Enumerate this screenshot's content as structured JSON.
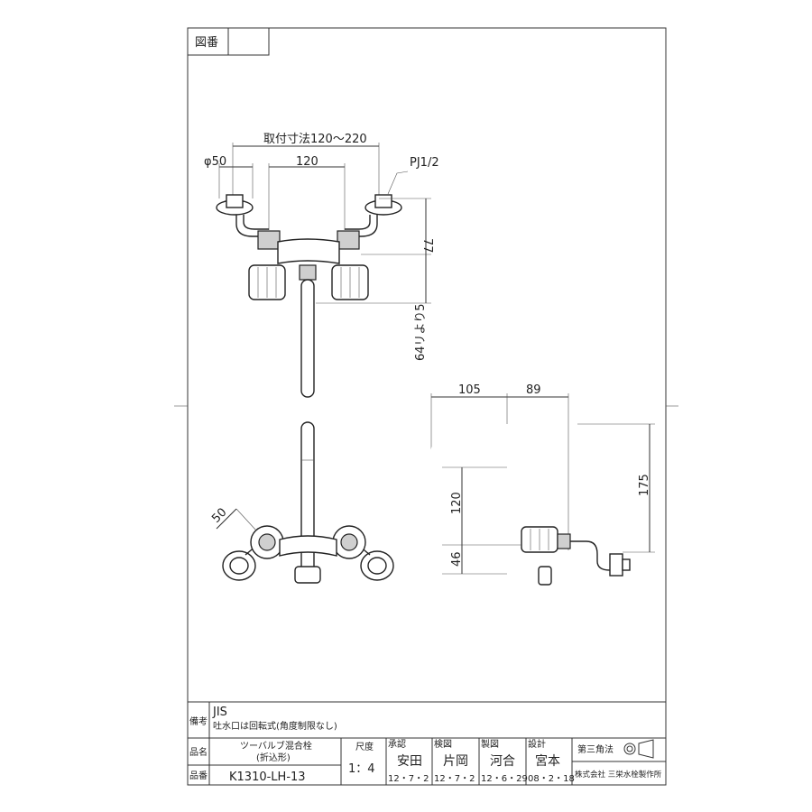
{
  "drawing_number_label": "図番",
  "top_view": {
    "mount_range": "取付寸法120～220",
    "phi": "φ50",
    "spacing": "120",
    "thread": "PJ1/2",
    "dim_77": "77",
    "dim_spout": "64リより5"
  },
  "side_view": {
    "dim_105": "105",
    "dim_89": "89",
    "dim_175": "175",
    "dim_120": "120",
    "dim_46": "46"
  },
  "front_view": {
    "dim_50": "50"
  },
  "title_block": {
    "remarks_label": "備考",
    "remarks_line1": "JIS",
    "remarks_line2": "吐水口は回転式(角度制限なし)",
    "name_label": "品名",
    "product_name_line1": "ツーバルブ混合栓",
    "product_name_line2": "(折込形)",
    "number_label": "品番",
    "product_number": "K1310-LH-13",
    "scale_label": "尺度",
    "scale_value": "1：4",
    "approved_label": "承認",
    "approved_name": "安田",
    "approved_date": "12・7・2",
    "checked_label": "検図",
    "checked_name": "片岡",
    "checked_date": "12・7・2",
    "drawn_label": "製図",
    "drawn_name": "河合",
    "drawn_date": "12・6・29",
    "designed_label": "設計",
    "designed_name": "宮本",
    "designed_date": "08・2・18",
    "projection": "第三角法",
    "company": "株式会社 三栄水栓製作所"
  }
}
